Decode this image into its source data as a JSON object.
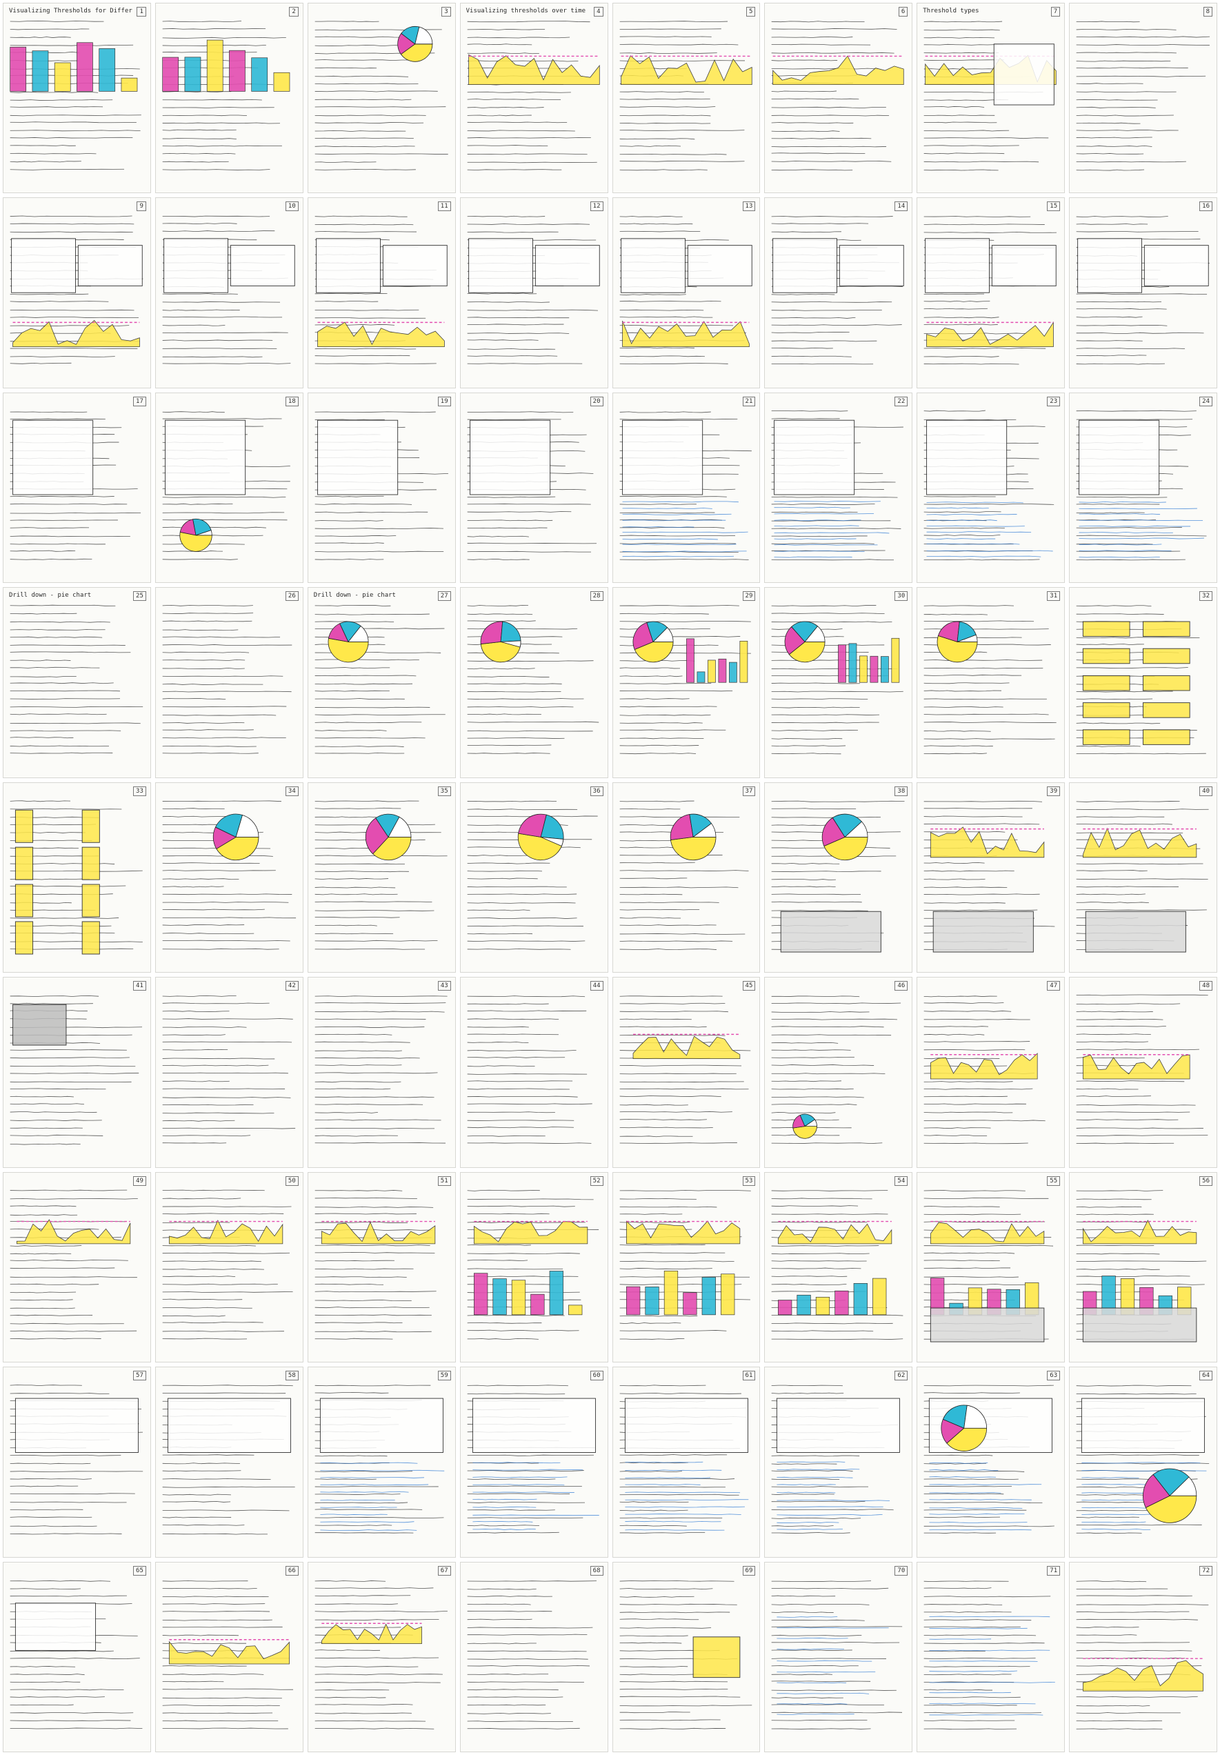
{
  "sheet": {
    "pages": [
      {
        "title": "Visualizing Thresholds for Different Chart Types",
        "num": "1"
      },
      {
        "title": "",
        "num": "2"
      },
      {
        "title": "",
        "num": "3"
      },
      {
        "title": "Visualizing thresholds over time",
        "num": "4"
      },
      {
        "title": "",
        "num": "5"
      },
      {
        "title": "",
        "num": "6"
      },
      {
        "title": "Threshold types",
        "num": "7"
      },
      {
        "title": "",
        "num": "8"
      },
      {
        "title": "",
        "num": "9"
      },
      {
        "title": "",
        "num": "10"
      },
      {
        "title": "",
        "num": "11"
      },
      {
        "title": "",
        "num": "12"
      },
      {
        "title": "",
        "num": "13"
      },
      {
        "title": "",
        "num": "14"
      },
      {
        "title": "",
        "num": "15"
      },
      {
        "title": "",
        "num": "16"
      },
      {
        "title": "",
        "num": "17"
      },
      {
        "title": "",
        "num": "18"
      },
      {
        "title": "",
        "num": "19"
      },
      {
        "title": "",
        "num": "20"
      },
      {
        "title": "",
        "num": "21"
      },
      {
        "title": "",
        "num": "22"
      },
      {
        "title": "",
        "num": "23"
      },
      {
        "title": "",
        "num": "24"
      },
      {
        "title": "Drill down - pie chart",
        "num": "25"
      },
      {
        "title": "",
        "num": "26"
      },
      {
        "title": "Drill down - pie chart",
        "num": "27"
      },
      {
        "title": "",
        "num": "28"
      },
      {
        "title": "",
        "num": "29"
      },
      {
        "title": "",
        "num": "30"
      },
      {
        "title": "",
        "num": "31"
      },
      {
        "title": "",
        "num": "32"
      },
      {
        "title": "",
        "num": "33"
      },
      {
        "title": "",
        "num": "34"
      },
      {
        "title": "",
        "num": "35"
      },
      {
        "title": "",
        "num": "36"
      },
      {
        "title": "",
        "num": "37"
      },
      {
        "title": "",
        "num": "38"
      },
      {
        "title": "",
        "num": "39"
      },
      {
        "title": "",
        "num": "40"
      },
      {
        "title": "",
        "num": "41"
      },
      {
        "title": "",
        "num": "42"
      },
      {
        "title": "",
        "num": "43"
      },
      {
        "title": "",
        "num": "44"
      },
      {
        "title": "",
        "num": "45"
      },
      {
        "title": "",
        "num": "46"
      },
      {
        "title": "",
        "num": "47"
      },
      {
        "title": "",
        "num": "48"
      },
      {
        "title": "",
        "num": "49"
      },
      {
        "title": "",
        "num": "50"
      },
      {
        "title": "",
        "num": "51"
      },
      {
        "title": "",
        "num": "52"
      },
      {
        "title": "",
        "num": "53"
      },
      {
        "title": "",
        "num": "54"
      },
      {
        "title": "",
        "num": "55"
      },
      {
        "title": "",
        "num": "56"
      },
      {
        "title": "",
        "num": "57"
      },
      {
        "title": "",
        "num": "58"
      },
      {
        "title": "",
        "num": "59"
      },
      {
        "title": "",
        "num": "60"
      },
      {
        "title": "",
        "num": "61"
      },
      {
        "title": "",
        "num": "62"
      },
      {
        "title": "",
        "num": "63"
      },
      {
        "title": "",
        "num": "64"
      },
      {
        "title": "",
        "num": "65"
      },
      {
        "title": "",
        "num": "66"
      },
      {
        "title": "",
        "num": "67"
      },
      {
        "title": "",
        "num": "68"
      },
      {
        "title": "",
        "num": "69"
      },
      {
        "title": "",
        "num": "70"
      },
      {
        "title": "",
        "num": "71"
      },
      {
        "title": "",
        "num": "72"
      }
    ]
  },
  "colors": {
    "ink": "#1f1f1f",
    "blue_ink": "#1e6fd0",
    "highlight_yellow": "#ffe84a",
    "highlight_magenta": "#e34db0",
    "highlight_cyan": "#2fb9d6",
    "light_gray": "#c9c9c9"
  }
}
